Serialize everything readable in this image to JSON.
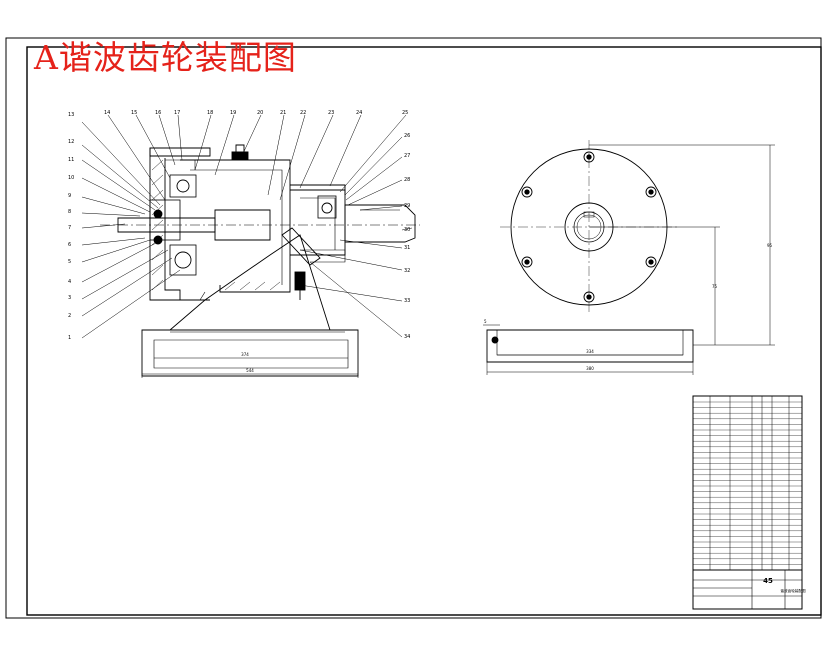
{
  "drawing": {
    "title": "A谐波齿轮装配图",
    "balloons_left": [
      "13",
      "12",
      "11",
      "10",
      "9",
      "8",
      "7",
      "6",
      "5",
      "4",
      "3",
      "2",
      "1"
    ],
    "balloons_top": [
      "14",
      "15",
      "16",
      "17",
      "18",
      "19",
      "20",
      "21",
      "22",
      "23",
      "24",
      "25"
    ],
    "balloons_right": [
      "26",
      "27",
      "28",
      "29",
      "30",
      "31",
      "32",
      "33",
      "34"
    ],
    "dims": {
      "front_inner": "374",
      "front_outer": "544",
      "side_inner": "334",
      "side_outer": "380",
      "side_height": "75",
      "side_total": "95",
      "side_small": "5"
    },
    "title_block": {
      "count": "45",
      "name": "谐波齿轮装配图"
    }
  },
  "colors": {
    "title": "#e5221a",
    "line": "#000000",
    "paper": "#ffffff"
  }
}
